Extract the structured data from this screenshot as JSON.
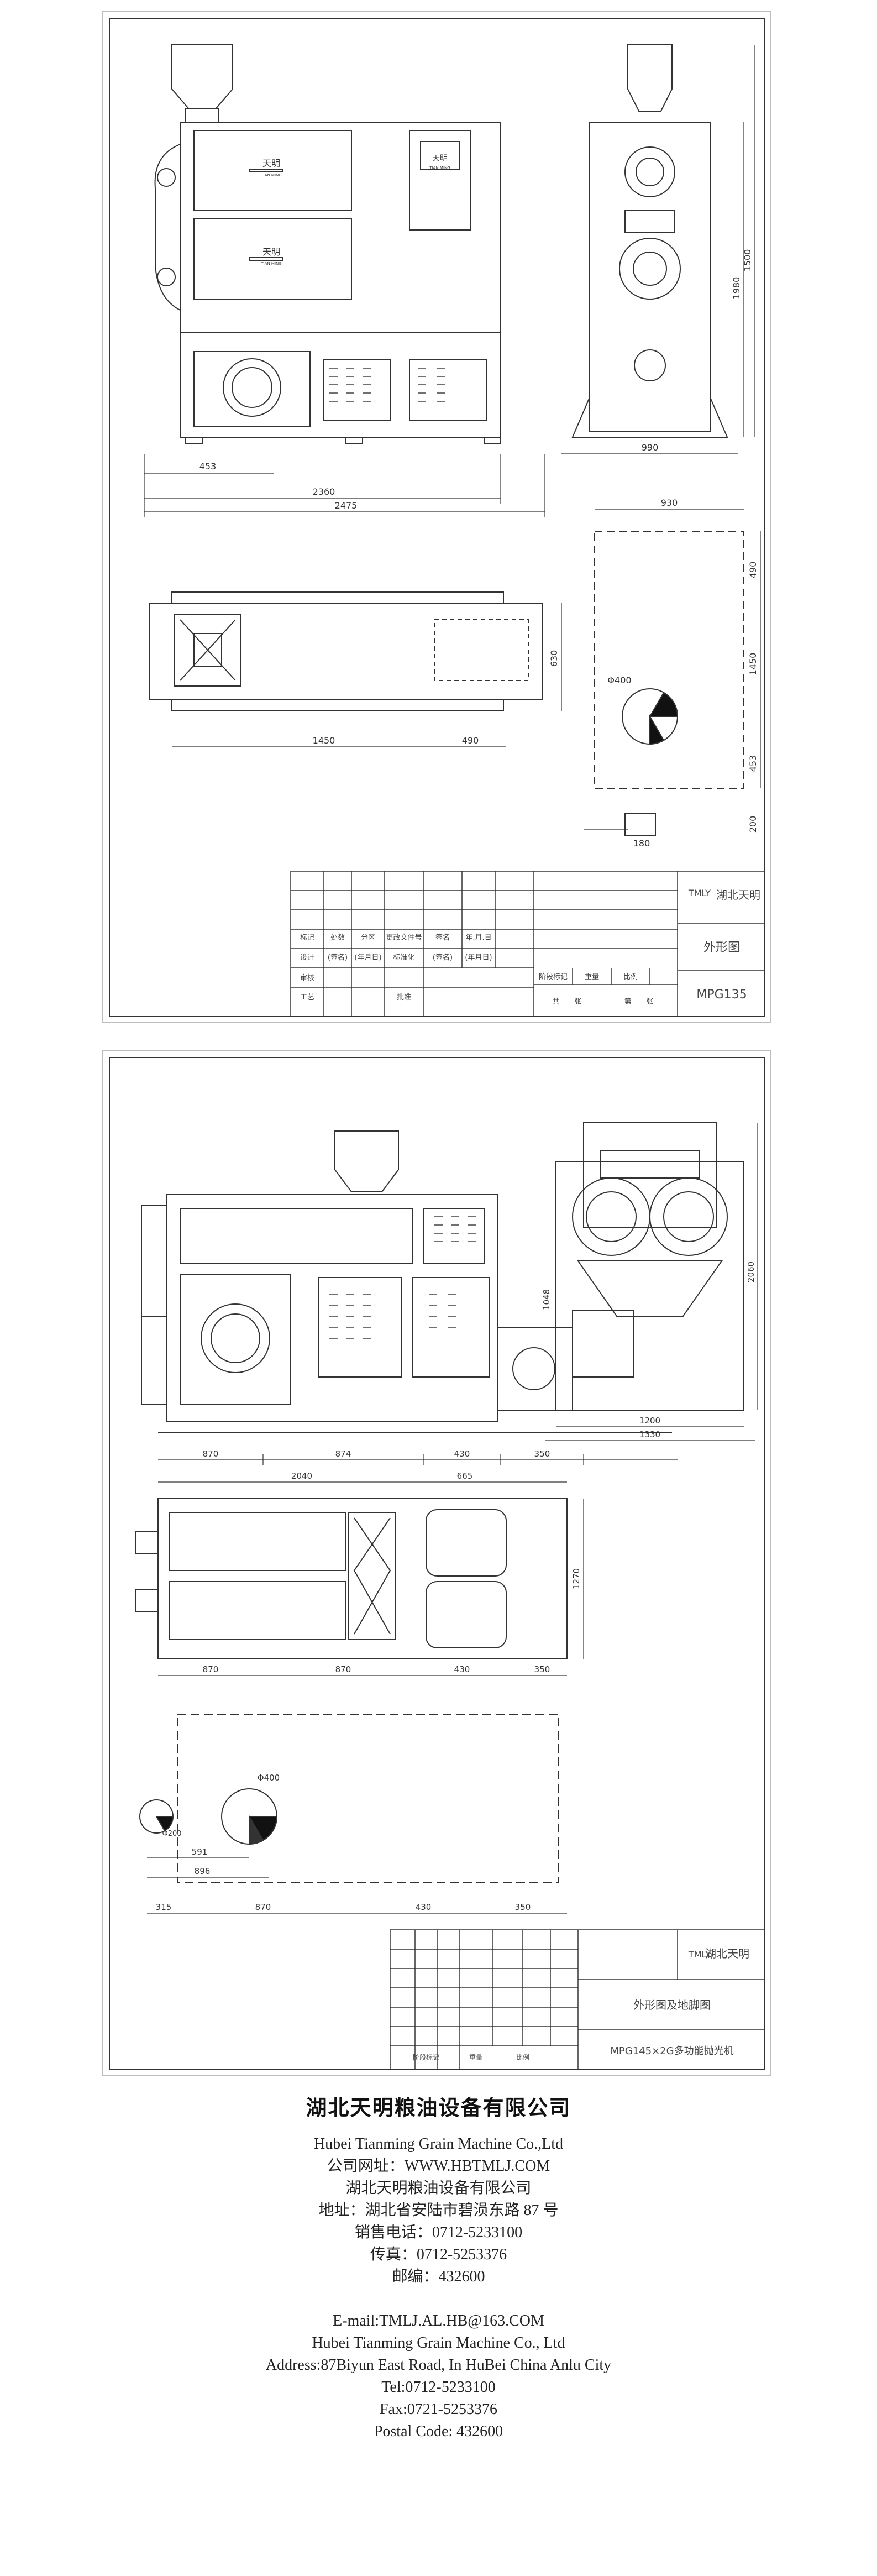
{
  "sheet1": {
    "dims": {
      "d453": "453",
      "d2360": "2360",
      "d2475": "2475",
      "d990": "990",
      "d1500": "1500",
      "d1980": "1980",
      "d930": "930",
      "d1450": "1450",
      "d490": "490",
      "d400": "Φ400",
      "d630": "630",
      "d1450v": "1450",
      "d453v": "453",
      "d200": "200",
      "d180": "180",
      "d490v": "490"
    },
    "plate_brand": "天明",
    "plate_brand_en": "TIAN MING",
    "title_block": {
      "company": "湖北天明",
      "drawing_title": "外形图",
      "model": "MPG135",
      "logo_text": "TMLY",
      "row_labels": [
        "标记",
        "处数",
        "分区",
        "更改文件号",
        "签名",
        "年.月.日"
      ],
      "row_labels2": [
        "设计",
        "(签名)",
        "(年月日)",
        "标准化",
        "(签名)",
        "(年月日)"
      ],
      "row_labels3": [
        "审核",
        "工艺",
        "批准"
      ],
      "stage_labels": [
        "阶段标记",
        "重量",
        "比例"
      ],
      "sheet_labels": [
        "共",
        "张",
        "第",
        "张"
      ]
    }
  },
  "sheet2": {
    "dims": {
      "d870a": "870",
      "d874": "874",
      "d430a": "430",
      "d350a": "350",
      "d1200": "1200",
      "d1330": "1330",
      "d2060": "2060",
      "d1048": "1048",
      "d2040": "2040",
      "d665": "665",
      "d870b": "870",
      "d870c": "870",
      "d430b": "430",
      "d350b": "350",
      "d1270": "1270",
      "d315": "315",
      "d870d": "870",
      "d430c": "430",
      "d350c": "350",
      "d896": "896",
      "d591": "591",
      "d400": "Φ400",
      "d400b": "Φ200"
    },
    "title_block": {
      "company": "湖北天明",
      "drawing_title": "外形图及地脚图",
      "model": "MPG145×2G多功能抛光机",
      "logo_text": "TMLY",
      "stage_labels": [
        "阶段标记",
        "重量",
        "比例"
      ]
    }
  },
  "footer": {
    "company_name": "湖北天明粮油设备有限公司",
    "lines_cn": [
      "Hubei Tianming Grain Machine Co.,Ltd",
      "公司网址：WWW.HBTMLJ.COM",
      "湖北天明粮油设备有限公司",
      "地址：湖北省安陆市碧涢东路 87 号",
      "销售电话：0712-5233100",
      "传真：0712-5253376",
      "邮编：432600"
    ],
    "lines_en": [
      "E-mail:TMLJ.AL.HB@163.COM",
      "Hubei Tianming Grain Machine Co., Ltd",
      "Address:87Biyun East Road, In HuBei China Anlu City",
      "Tel:0712-5233100",
      "Fax:0721-5253376",
      "Postal Code: 432600"
    ]
  }
}
